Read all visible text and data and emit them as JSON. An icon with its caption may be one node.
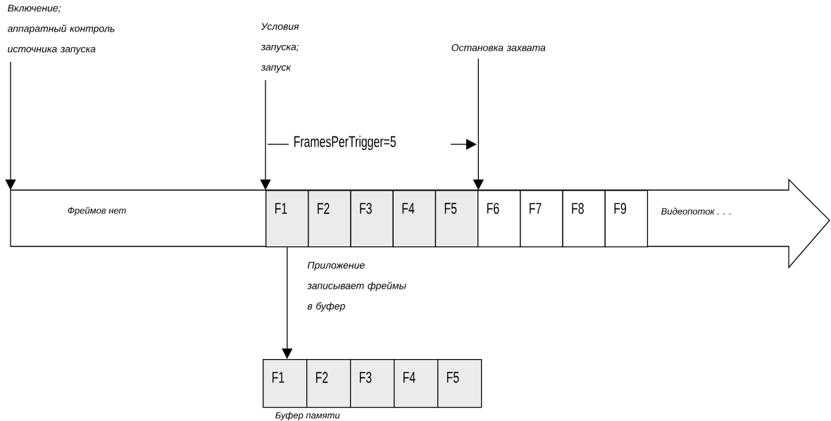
{
  "diagram": {
    "nodes": [
      {
        "text": [
          "Фреймов нет",
          "Видеопоток . . ."
        ]
      },
      {
        "text": [
          "F1"
        ],
        "in": 0
      },
      {
        "text": [
          "F2"
        ],
        "in": 0
      },
      {
        "text": [
          "F3"
        ],
        "in": 0
      },
      {
        "text": [
          "F4"
        ],
        "in": 0
      },
      {
        "text": [
          "F5"
        ],
        "in": 0
      },
      {
        "text": [
          "F6"
        ],
        "in": 0
      },
      {
        "text": [
          "F7"
        ],
        "in": 0
      },
      {
        "text": [
          "F8"
        ],
        "in": 0
      },
      {
        "text": [
          "F9"
        ],
        "in": 0
      },
      {
        "text": [
          "F1"
        ]
      },
      {
        "text": [
          "F2"
        ]
      },
      {
        "text": [
          "F3"
        ]
      },
      {
        "text": [
          "F4"
        ]
      },
      {
        "text": [
          "F5"
        ]
      },
      {
        "text": [
          "Включение; аппаратный контроль источника запуска"
        ]
      },
      {
        "text": [
          "Условия запуска; запуск"
        ]
      },
      {
        "text": [
          "Остановка захвата"
        ]
      }
    ],
    "edges": [
      {
        "from": 15,
        "to": 0,
        "arrow": "to"
      },
      {
        "from": 16,
        "to": 1,
        "arrow": "to"
      },
      {
        "from": 17,
        "to": 5,
        "arrow": "to"
      },
      {
        "from": 1,
        "to": 10,
        "arrow": "to",
        "label": "Приложение записывает фреймы в буфер"
      }
    ],
    "labels": [
      "FramesPerTrigger=5",
      "Буфер памяти"
    ]
  }
}
